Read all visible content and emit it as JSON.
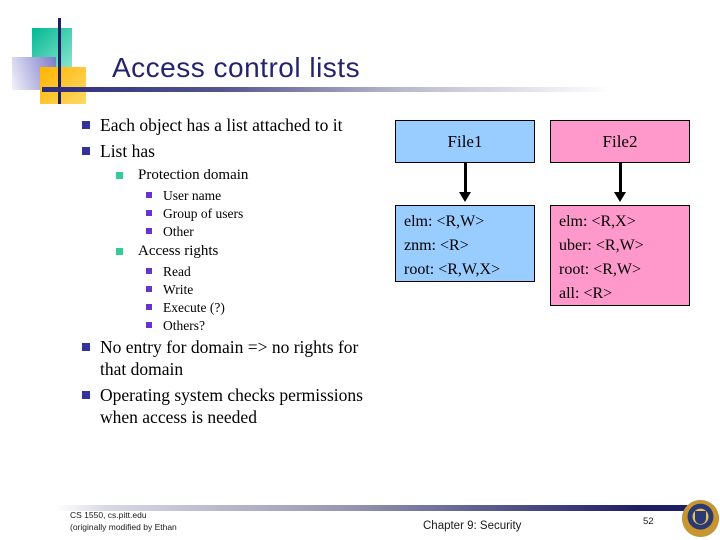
{
  "slide": {
    "title": "Access control lists",
    "bullets": [
      {
        "level": 1,
        "text": "Each object has a list attached to it"
      },
      {
        "level": 1,
        "text": "List has"
      },
      {
        "level": 2,
        "text": "Protection domain"
      },
      {
        "level": 3,
        "text": "User name"
      },
      {
        "level": 3,
        "text": "Group of users"
      },
      {
        "level": 3,
        "text": "Other"
      },
      {
        "level": 2,
        "text": "Access rights"
      },
      {
        "level": 3,
        "text": "Read"
      },
      {
        "level": 3,
        "text": "Write"
      },
      {
        "level": 3,
        "text": "Execute (?)"
      },
      {
        "level": 3,
        "text": "Others?"
      },
      {
        "level": 1,
        "text": "No entry for domain => no rights for that domain"
      },
      {
        "level": 1,
        "text": "Operating system checks permissions when access is needed"
      }
    ],
    "diagram": {
      "files": [
        {
          "name": "File1",
          "fill": "#99CCFF",
          "acl": [
            "elm: <R,W>",
            "znm: <R>",
            "root: <R,W,X>"
          ]
        },
        {
          "name": "File2",
          "fill": "#FF99CC",
          "acl": [
            "elm: <R,X>",
            "uber: <R,W>",
            "root: <R,W>",
            "all: <R>"
          ]
        }
      ]
    },
    "footer": {
      "left_line1": "CS 1550, cs.pitt.edu",
      "left_line2": "(originally modified by Ethan",
      "center": "Chapter 9: Security",
      "page_number": "52"
    },
    "colors": {
      "title_text": "#24246E",
      "bullet_level1": "#333399",
      "bullet_level2": "#33CC99",
      "bullet_level3": "#6633CC",
      "accent_navy": "#1F1F66",
      "deco_teal": "#00B894",
      "deco_orange": "#FFB400",
      "deco_purple": "#7B7BC8",
      "file1_fill": "#99CCFF",
      "file2_fill": "#FF99CC"
    }
  }
}
